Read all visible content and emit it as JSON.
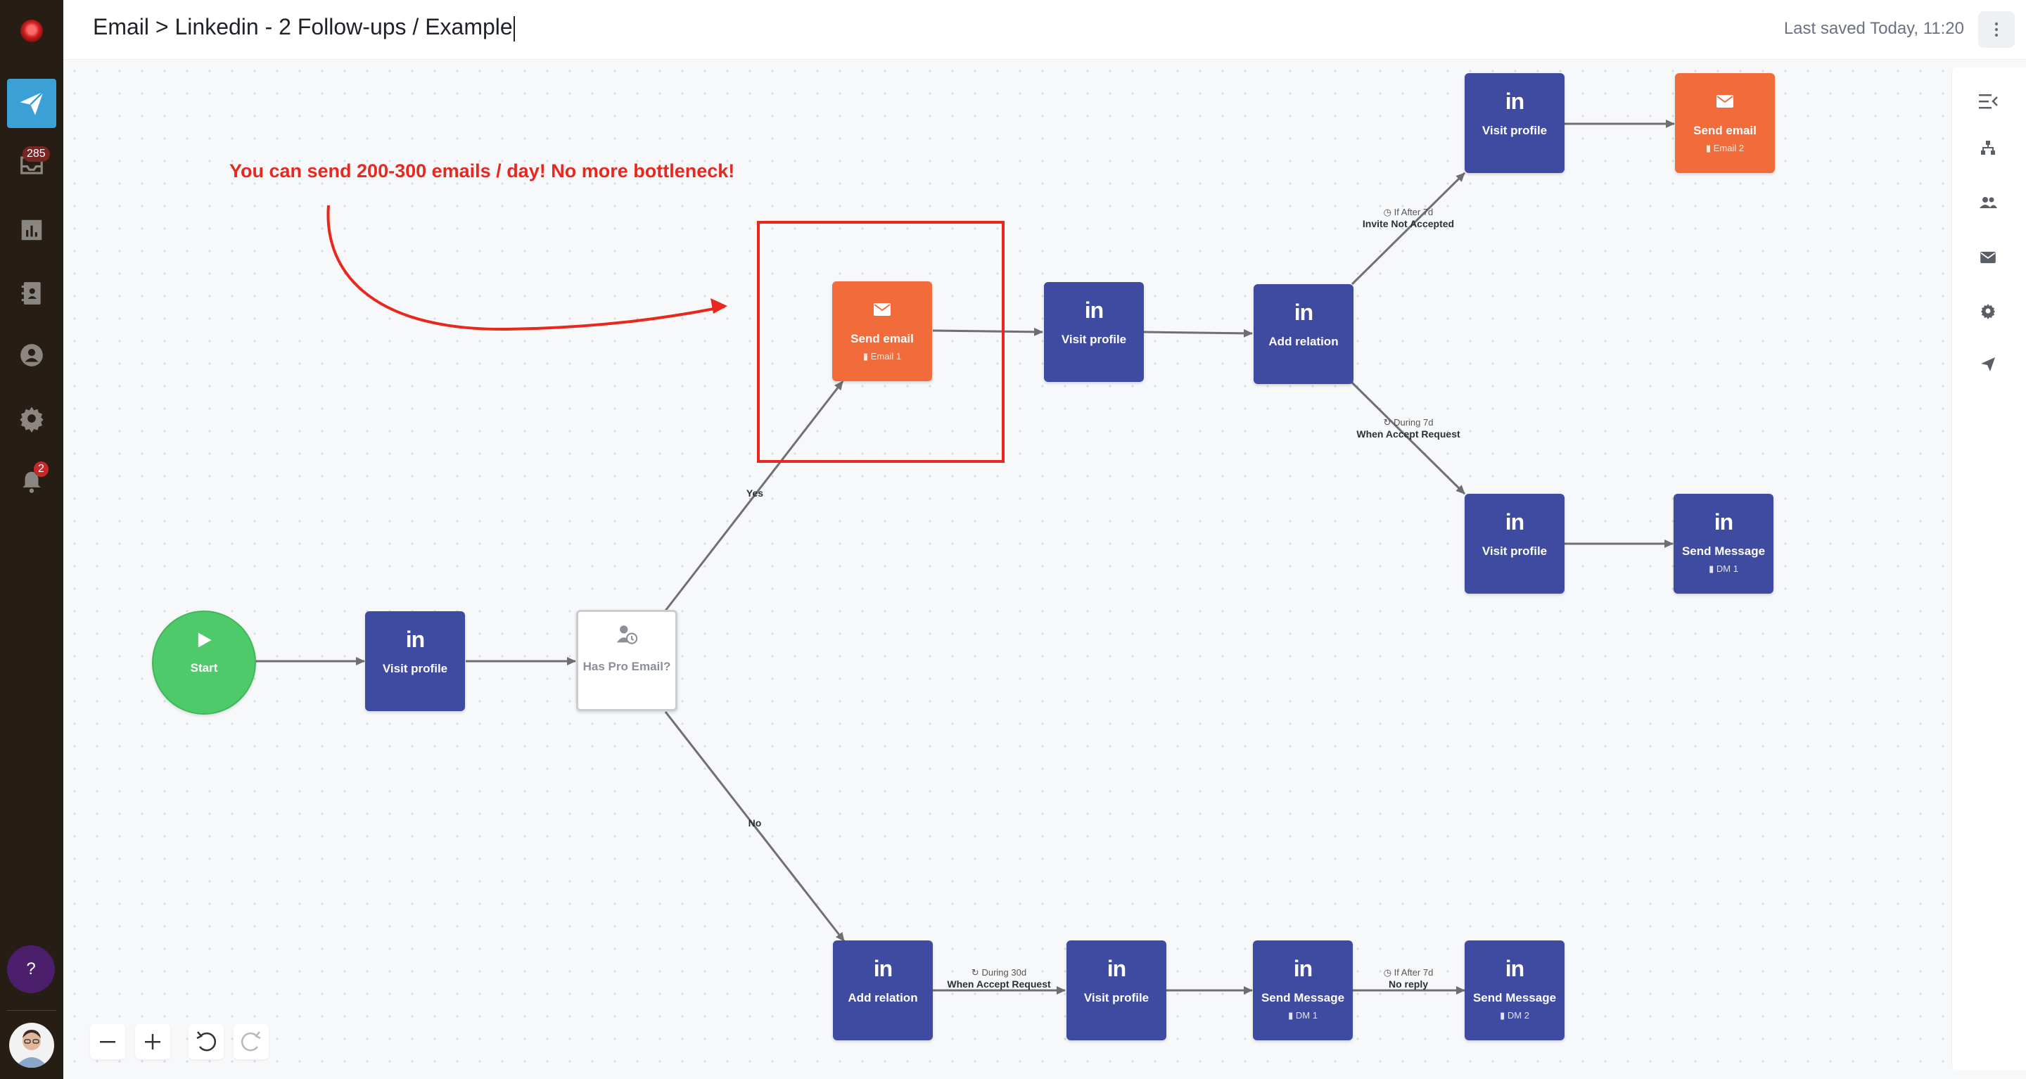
{
  "header": {
    "title": "Email > Linkedin - 2 Follow-ups / Example",
    "saved": "Last saved Today, 11:20"
  },
  "sidebar": {
    "items": [
      {
        "icon": "logo-dot-icon"
      },
      {
        "icon": "paper-plane-icon",
        "active": true
      },
      {
        "icon": "inbox-icon",
        "badge": "285"
      },
      {
        "icon": "bar-chart-icon"
      },
      {
        "icon": "contacts-book-icon"
      },
      {
        "icon": "user-circle-icon"
      },
      {
        "icon": "gear-icon"
      },
      {
        "icon": "bell-icon",
        "badge": "2"
      },
      {
        "icon": "help-icon",
        "label": "?"
      },
      {
        "icon": "avatar"
      }
    ]
  },
  "annotation": {
    "text": "You can send 200-300 emails / day! No more bottleneck!",
    "color": "#e8281f"
  },
  "nodes": {
    "start": {
      "label": "Start"
    },
    "visit1": {
      "label": "Visit profile"
    },
    "has_email": {
      "label": "Has Pro Email?"
    },
    "send_email1": {
      "label": "Send email",
      "sub": "Email 1"
    },
    "visit2": {
      "label": "Visit profile"
    },
    "add_rel1": {
      "label": "Add relation"
    },
    "visit3": {
      "label": "Visit profile"
    },
    "send_email2": {
      "label": "Send email",
      "sub": "Email 2"
    },
    "visit4": {
      "label": "Visit profile"
    },
    "send_msg1": {
      "label": "Send Message",
      "sub": "DM 1"
    },
    "add_rel2": {
      "label": "Add relation"
    },
    "visit5": {
      "label": "Visit profile"
    },
    "send_msg2": {
      "label": "Send Message",
      "sub": "DM 1"
    },
    "send_msg3": {
      "label": "Send Message",
      "sub": "DM 2"
    }
  },
  "edges": {
    "yes": "Yes",
    "no": "No",
    "if_after_7d_a": {
      "small": "If After 7d",
      "label": "Invite Not Accepted"
    },
    "during_7d": {
      "small": "During 7d",
      "label": "When Accept Request"
    },
    "during_30d": {
      "small": "During 30d",
      "label": "When Accept Request"
    },
    "if_after_7d_b": {
      "small": "If After 7d",
      "label": "No reply"
    }
  },
  "right_panel": {
    "icons": [
      "collapse-panel-icon",
      "org-chart-icon",
      "users-icon",
      "mail-icon",
      "gear-icon",
      "paper-plane-icon"
    ]
  },
  "toolbar": {
    "icons": [
      "zoom-out-icon",
      "zoom-in-icon",
      "undo-icon",
      "redo-icon"
    ]
  },
  "colors": {
    "linkedin_node": "#3f4ba0",
    "email_node": "#f26b3a",
    "start_node": "#4fca6a",
    "highlight": "#e8281f",
    "sidebar_bg": "#261d15",
    "active_blue": "#3aa0d6"
  }
}
